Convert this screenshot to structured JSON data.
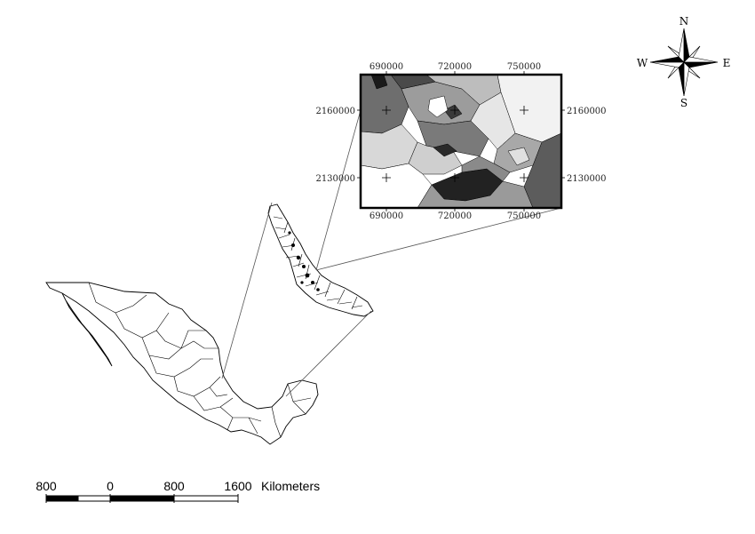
{
  "compass": {
    "north": "N",
    "south": "S",
    "east": "E",
    "west": "W"
  },
  "inset": {
    "x_ticks_top": [
      "690000",
      "720000",
      "750000"
    ],
    "x_ticks_bottom": [
      "690000",
      "720000",
      "750000"
    ],
    "y_ticks_left": [
      "2160000",
      "2130000"
    ],
    "y_ticks_right": [
      "2160000",
      "2130000"
    ]
  },
  "scale_bar": {
    "labels": [
      "800",
      "0",
      "800",
      "1600"
    ],
    "unit": "Kilometers"
  }
}
